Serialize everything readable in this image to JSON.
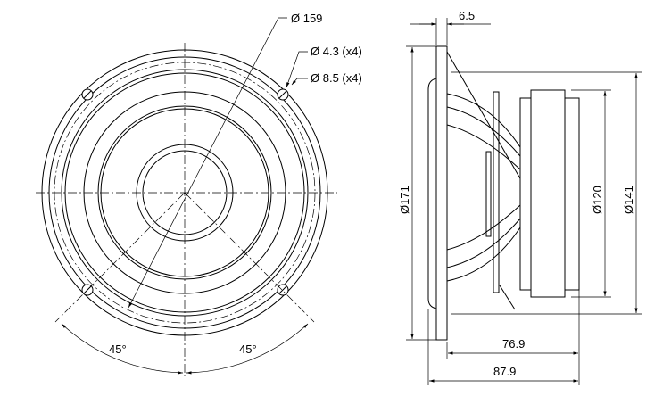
{
  "title": "Loudspeaker driver dimension drawing",
  "front_view": {
    "dim_outer_dia": "Ø 159",
    "dim_hole_dia": "Ø 4.3 (x4)",
    "dim_screw_dia": "Ø 8.5 (x4)",
    "angle_left": "45°",
    "angle_right": "45°"
  },
  "side_view": {
    "dim_flange_thickness": "6.5",
    "dim_frame_dia": "Ø171",
    "dim_magnet_dia": "Ø120",
    "dim_basket_dia": "Ø141",
    "dim_depth_from_flange": "76.9",
    "dim_total_depth": "87.9"
  }
}
